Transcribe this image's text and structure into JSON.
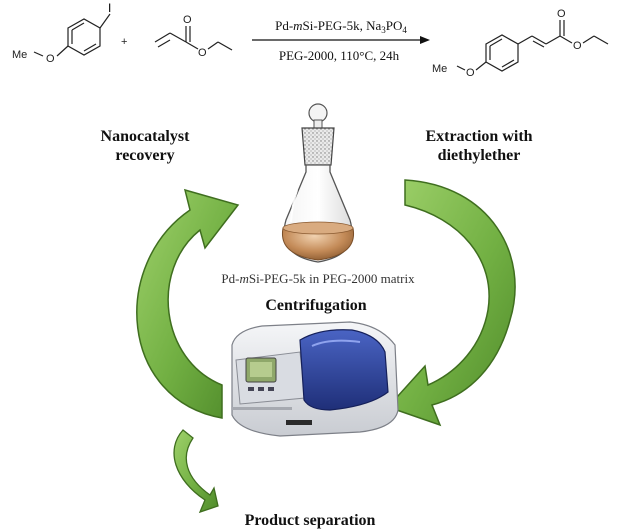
{
  "reaction": {
    "reagent_1_sub": "I",
    "reagent_1_group": "Me",
    "reagent_1_o": "O",
    "plus": "+",
    "reagent_2_o1": "O",
    "reagent_2_o2": "O",
    "conditions_top": "Pd-mSi-PEG-5k, Na3PO4",
    "conditions_top_parts": {
      "pre": "Pd-",
      "italic": "m",
      "mid": "Si-PEG-5k, Na",
      "sub": "3",
      "post": "PO",
      "sub2": "4"
    },
    "conditions_bottom": "PEG-2000, 110°C, 24h",
    "product_group": "Me",
    "product_o": "O",
    "product_o2": "O",
    "product_o3": "O"
  },
  "cycle": {
    "step_recovery": [
      "Nanocatalyst",
      "recovery"
    ],
    "step_extraction": [
      "Extraction with",
      "diethylether"
    ],
    "step_centrifugation": "Centrifugation",
    "step_product": "Product separation",
    "flask_caption_parts": {
      "pre": "Pd-",
      "italic": "m",
      "post": "Si-PEG-5k in PEG-2000 matrix"
    }
  },
  "colors": {
    "arrow_green": "#7ab648",
    "arrow_edge": "#3f6e1f",
    "liquid": "#b07848",
    "instrument_blue": "#2c3f8f"
  }
}
